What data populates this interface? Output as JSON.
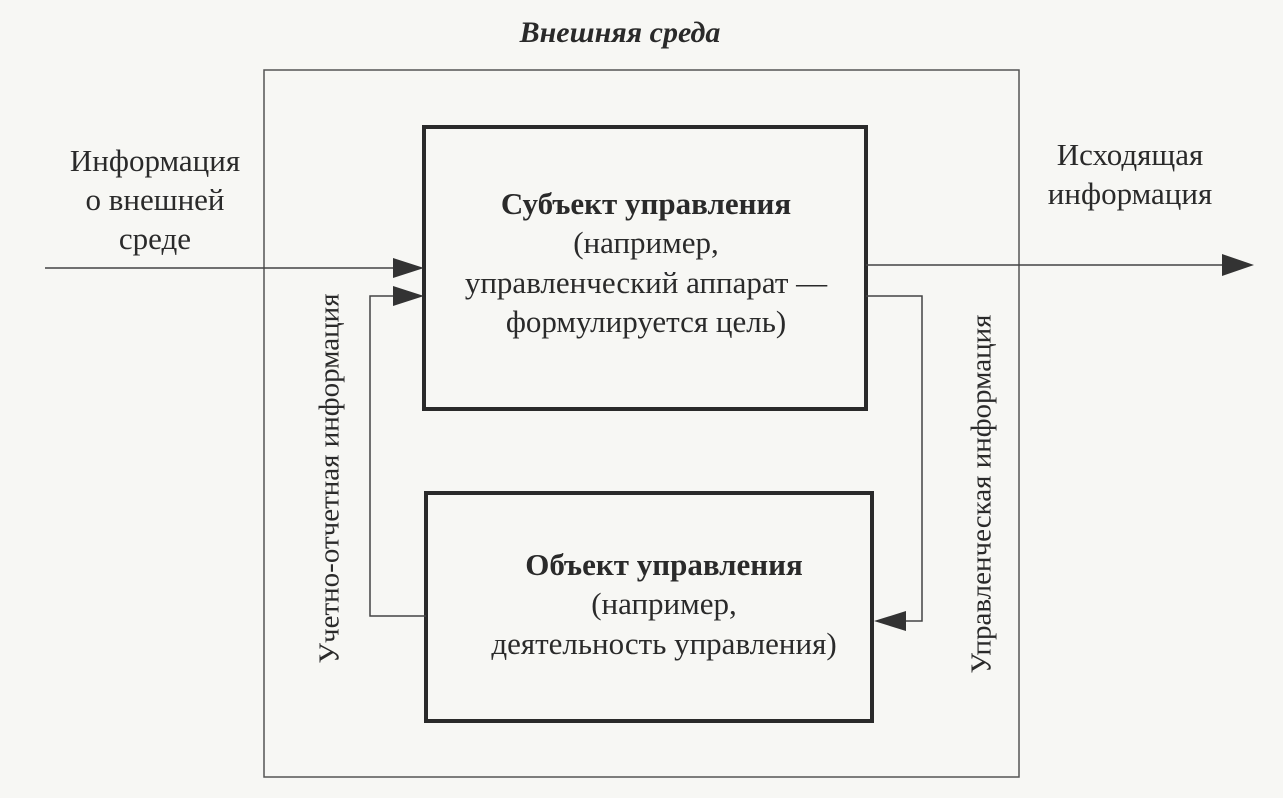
{
  "diagram": {
    "title": "Внешняя среда",
    "input_label": [
      "Информация",
      "о внешней",
      "среде"
    ],
    "output_label": [
      "Исходящая",
      "информация"
    ],
    "subject_box": {
      "heading": "Субъект управления",
      "lines": [
        "(например,",
        "управленческий аппарат —",
        "формулируется цель)"
      ]
    },
    "object_box": {
      "heading": "Объект управления",
      "lines": [
        "(например,",
        "деятельность управления)"
      ]
    },
    "left_flow_label": "Учетно-отчетная информация",
    "right_flow_label": "Управленческая информация",
    "colors": {
      "ink": "#2a2a2a",
      "paper": "#f7f7f4"
    }
  }
}
